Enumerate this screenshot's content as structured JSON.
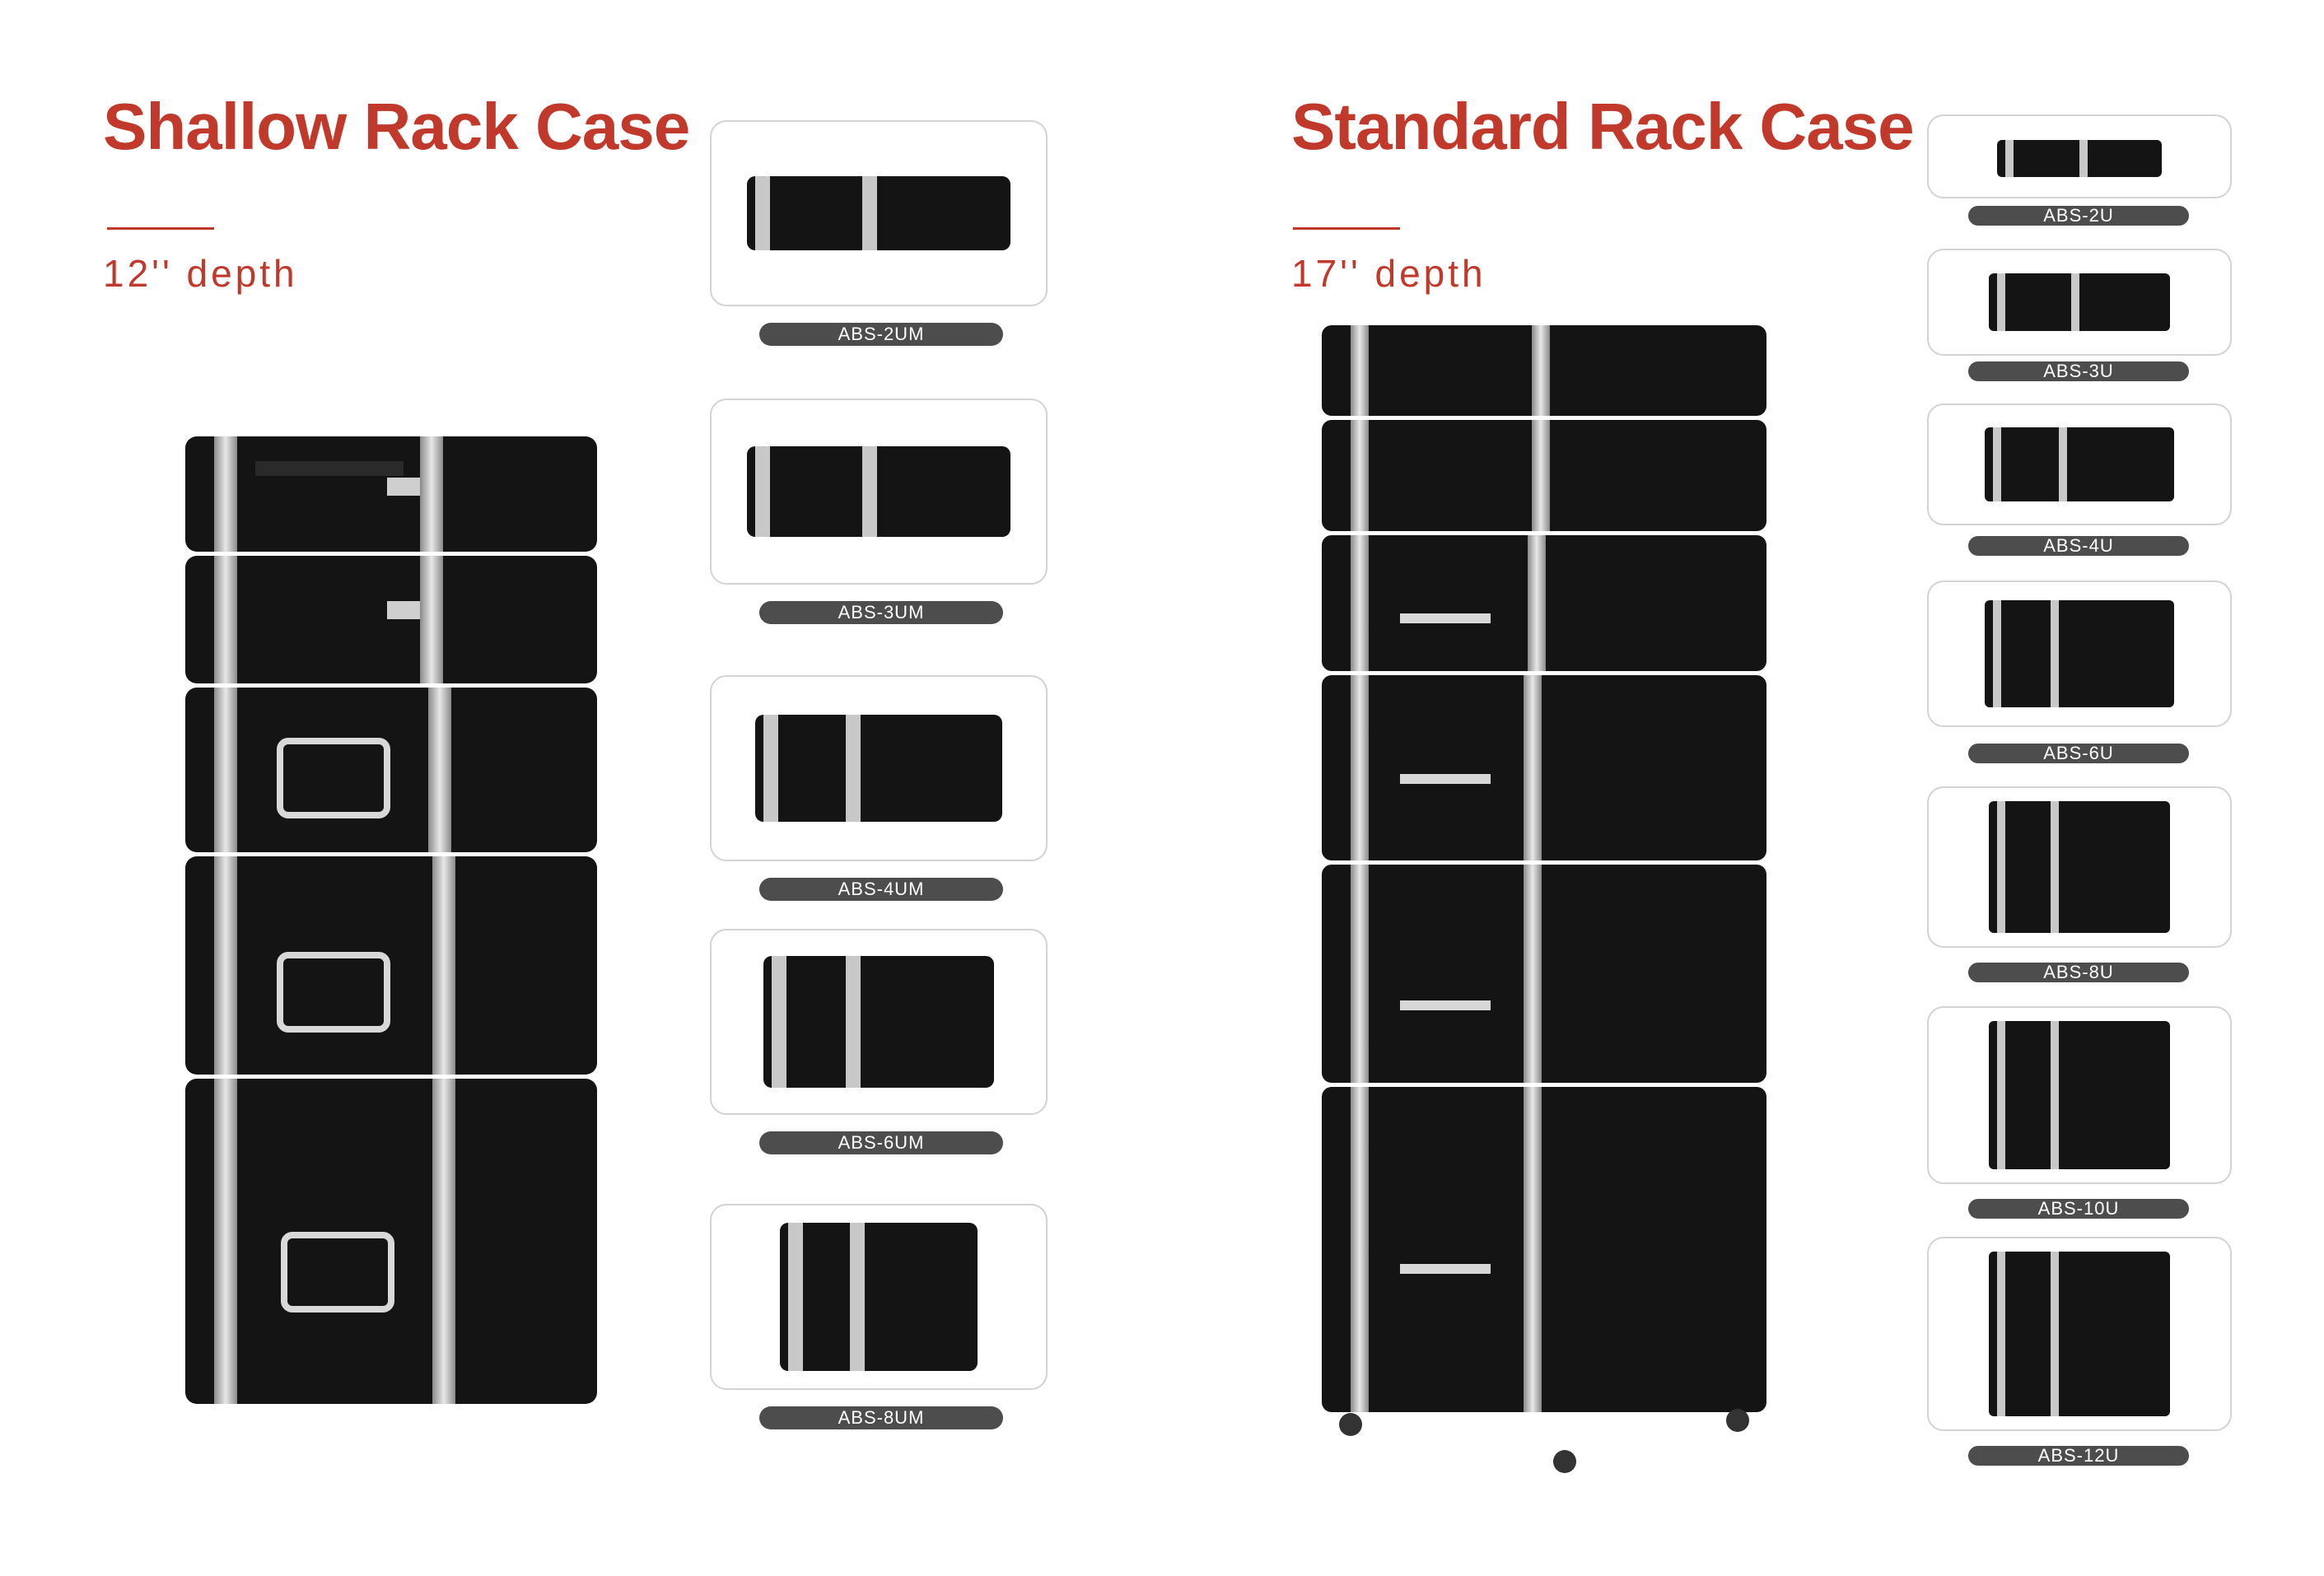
{
  "shallow": {
    "title": "Shallow Rack Case",
    "depth": "12'' depth",
    "models": [
      {
        "label": "ABS-2UM"
      },
      {
        "label": "ABS-3UM"
      },
      {
        "label": "ABS-4UM"
      },
      {
        "label": "ABS-6UM"
      },
      {
        "label": "ABS-8UM"
      }
    ]
  },
  "standard": {
    "title": "Standard Rack Case",
    "depth": "17'' depth",
    "models": [
      {
        "label": "ABS-2U"
      },
      {
        "label": "ABS-3U"
      },
      {
        "label": "ABS-4U"
      },
      {
        "label": "ABS-6U"
      },
      {
        "label": "ABS-8U"
      },
      {
        "label": "ABS-10U"
      },
      {
        "label": "ABS-12U"
      }
    ]
  },
  "colors": {
    "accent": "#c0392b",
    "case_body": "#141414",
    "case_trim": "#b8b8b8",
    "label_pill": "#4d4d4d"
  }
}
